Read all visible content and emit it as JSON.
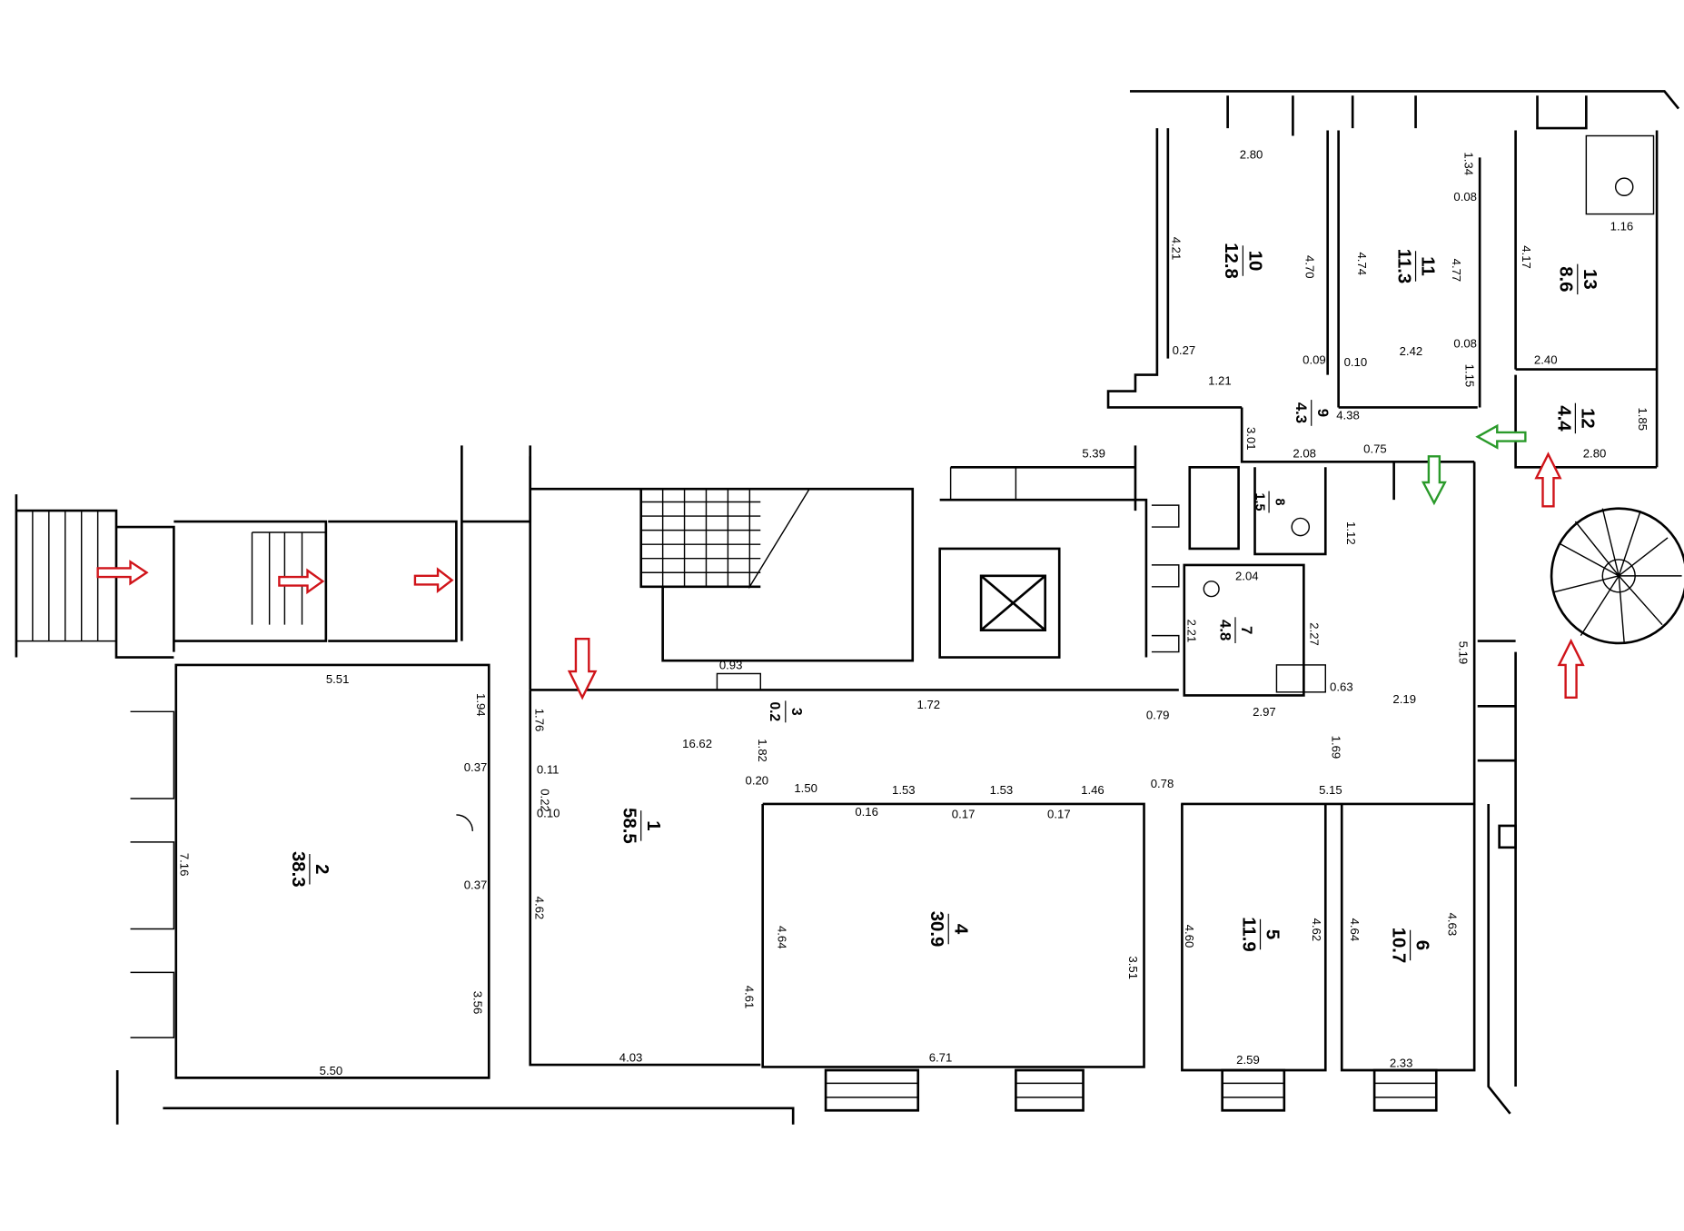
{
  "rooms": [
    {
      "number": "1",
      "area": "58.5"
    },
    {
      "number": "2",
      "area": "38.3"
    },
    {
      "number": "3",
      "area": "0.2"
    },
    {
      "number": "4",
      "area": "30.9"
    },
    {
      "number": "5",
      "area": "11.9"
    },
    {
      "number": "6",
      "area": "10.7"
    },
    {
      "number": "7",
      "area": "4.8"
    },
    {
      "number": "8",
      "area": "1.5"
    },
    {
      "number": "9",
      "area": "4.3"
    },
    {
      "number": "10",
      "area": "12.8"
    },
    {
      "number": "11",
      "area": "11.3"
    },
    {
      "number": "12",
      "area": "4.4"
    },
    {
      "number": "13",
      "area": "8.6"
    }
  ],
  "dimensions": {
    "d_551": "5.51",
    "d_550": "5.50",
    "d_716": "7.16",
    "d_194": "1.94",
    "d_176": "1.76",
    "d_356": "3.56",
    "d_462a": "4.62",
    "d_403": "4.03",
    "d_671": "6.71",
    "d_172": "1.72",
    "d_1662": "16.62",
    "d_182": "1.82",
    "d_464a": "4.64",
    "d_461": "4.61",
    "d_351": "3.51",
    "d_150": "1.50",
    "d_153a": "1.53",
    "d_153b": "1.53",
    "d_146": "1.46",
    "d_078": "0.78",
    "d_515": "5.15",
    "d_460": "4.60",
    "d_462b": "4.62",
    "d_464b": "4.64",
    "d_463": "4.63",
    "d_259": "2.59",
    "d_233": "2.33",
    "d_219": "2.19",
    "d_519": "5.19",
    "d_169": "1.69",
    "d_297": "2.97",
    "d_079": "0.79",
    "d_063": "0.63",
    "d_204": "2.04",
    "d_227": "2.27",
    "d_221": "2.21",
    "d_112": "1.12",
    "d_539": "5.39",
    "d_280a": "2.80",
    "d_421": "4.21",
    "d_470": "4.70",
    "d_474": "4.74",
    "d_477": "4.77",
    "d_242": "2.42",
    "d_417": "4.17",
    "d_240": "2.40",
    "d_280b": "2.80",
    "d_185": "1.85",
    "d_121": "1.21",
    "d_027": "0.27",
    "d_009": "0.09",
    "d_010": "0.10",
    "d_008a": "0.08",
    "d_008b": "0.08",
    "d_134": "1.34",
    "d_115": "1.15",
    "d_438": "4.38",
    "d_208": "2.08",
    "d_301": "3.01",
    "d_075": "0.75",
    "d_116": "1.16",
    "d_037a": "0.37",
    "d_037b": "0.37",
    "d_022": "0.22",
    "d_011": "0.11",
    "d_010b": "0.10",
    "d_020": "0.20",
    "d_017a": "0.17",
    "d_017b": "0.17",
    "d_016": "0.16",
    "d_093": "0.93"
  },
  "colors": {
    "entry_arrow": "#d0141a",
    "exit_arrow": "#2a9a2a"
  }
}
